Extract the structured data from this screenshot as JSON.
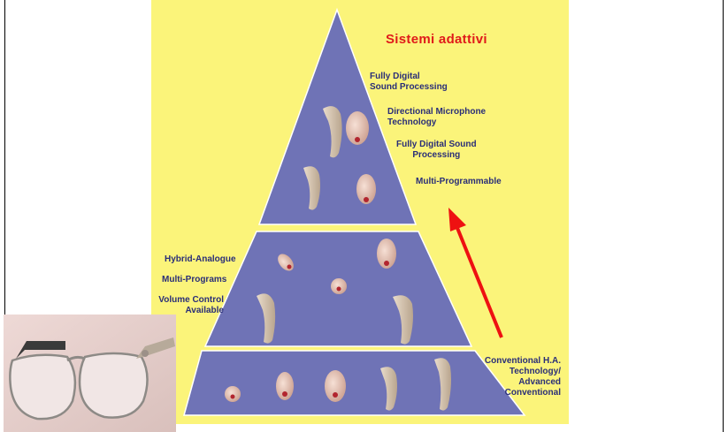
{
  "title": "Sistemi adattivi",
  "tiers": [
    {
      "name": "top",
      "labels": [
        "Fully Digital\nSound Processing",
        "Directional Microphone\nTechnology",
        "Fully Digital Sound\nProcessing",
        "Multi-Programmable"
      ]
    },
    {
      "name": "middle",
      "labels": [
        "Hybrid-Analogue",
        "Multi-Programs",
        "Volume Control\nAvailable"
      ]
    },
    {
      "name": "bottom",
      "labels": [
        "Conventional H.A.\nTechnology/\nAdvanced\nConventional"
      ]
    }
  ],
  "colors": {
    "background": "#fbf47a",
    "pyramid": "#6f73b6",
    "label": "#2a2e78",
    "title": "#e01a1a",
    "arrow": "#ee1111"
  },
  "icons": [
    "hearing-aid-icon",
    "in-ear-aid-icon",
    "red-arrow-icon",
    "eyeglasses-photo"
  ]
}
